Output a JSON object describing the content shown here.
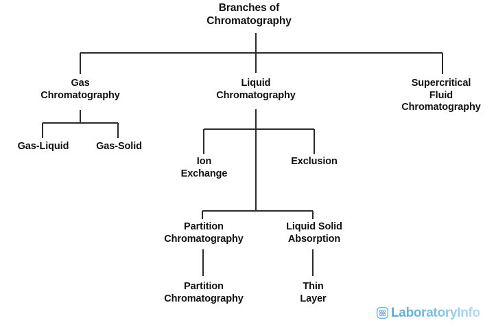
{
  "diagram": {
    "type": "tree",
    "title": "Branches of\nChromatography",
    "background_color": "#ffffff",
    "line_color": "#2b2b2b",
    "text_color": "#111111",
    "nodes": {
      "root": "Branches of\nChromatography",
      "gas": "Gas\nChromatography",
      "liquid": "Liquid\nChromatography",
      "supercritical": "Supercritical\nFluid\nChromatography",
      "gas_liquid": "Gas-Liquid",
      "gas_solid": "Gas-Solid",
      "ion_exchange": "Ion\nExchange",
      "exclusion": "Exclusion",
      "partition_chromatography": "Partition\nChromatography",
      "liquid_solid_absorption": "Liquid Solid\nAbsorption",
      "partition_chromatography_2": "Partition\nChromatography",
      "thin_layer": "Thin\nLayer"
    },
    "edges": [
      {
        "from": "root",
        "to": "gas"
      },
      {
        "from": "root",
        "to": "liquid"
      },
      {
        "from": "root",
        "to": "supercritical"
      },
      {
        "from": "gas",
        "to": "gas_liquid"
      },
      {
        "from": "gas",
        "to": "gas_solid"
      },
      {
        "from": "liquid",
        "to": "ion_exchange"
      },
      {
        "from": "liquid",
        "to": "exclusion"
      },
      {
        "from": "liquid",
        "to": "partition_chromatography"
      },
      {
        "from": "liquid",
        "to": "liquid_solid_absorption"
      },
      {
        "from": "partition_chromatography",
        "to": "partition_chromatography_2"
      },
      {
        "from": "liquid_solid_absorption",
        "to": "thin_layer"
      }
    ]
  },
  "branding": {
    "logo_text": "LaboratoryInfo",
    "logo_icon": "atom-flask-icon",
    "logo_color_start": "#5aa9d6",
    "logo_color_end": "#bddcee"
  }
}
